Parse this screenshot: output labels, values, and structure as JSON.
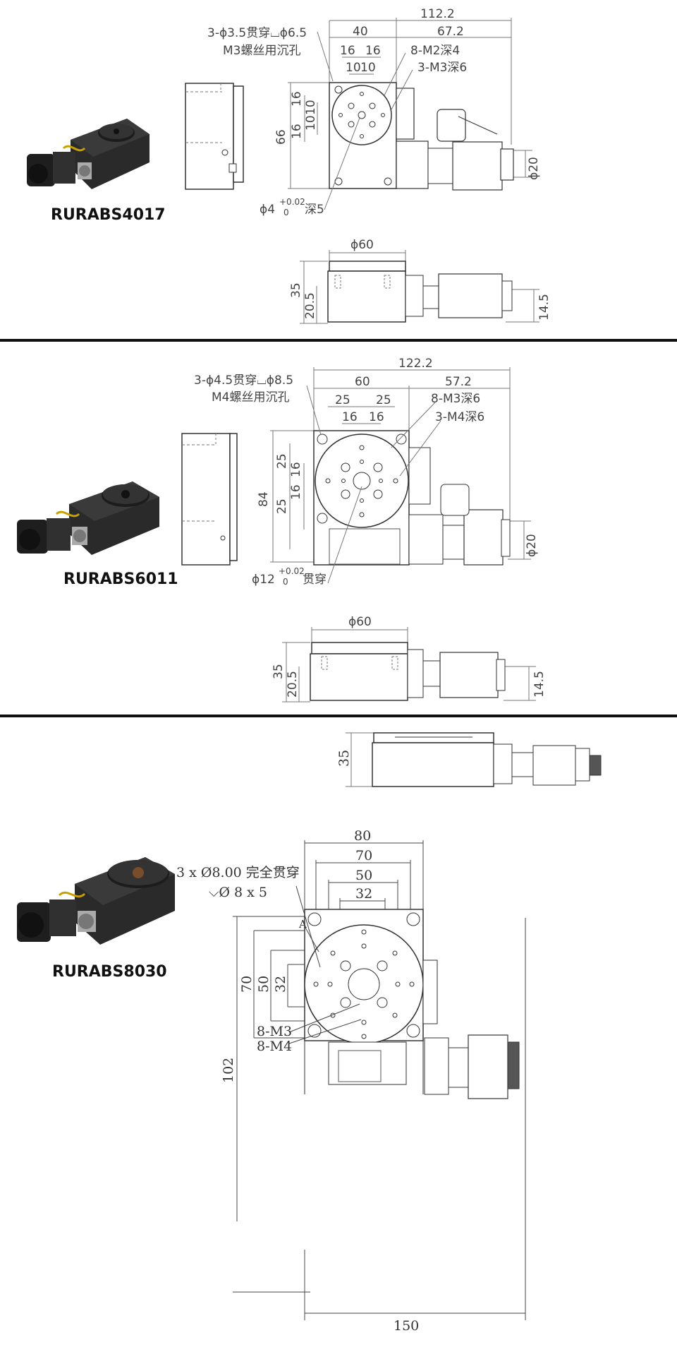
{
  "sections": [
    {
      "model": "RURABS4017",
      "top_view": {
        "overall_width": "112.2",
        "left_width": "40",
        "right_width": "67.2",
        "hole_pitch_inner": [
          "16",
          "16"
        ],
        "hole_pitch_small": [
          "10",
          "10"
        ],
        "height": "66",
        "vertical_pitch_outer": [
          "16",
          "16"
        ],
        "vertical_pitch_inner": [
          "10",
          "10"
        ],
        "motor_dia": "ϕ20",
        "callout_counterbore_1": "3-ϕ3.5贯穿⌴ϕ6.5",
        "callout_counterbore_2": "M3螺丝用沉孔",
        "callout_thread_a": "8-M2深4",
        "callout_thread_b": "3-M3深6",
        "center_hole_prefix": "ϕ4",
        "center_hole_tol_upper": "+0.02",
        "center_hole_tol_lower": "0",
        "center_hole_suffix": "深5"
      },
      "front_view": {
        "table_dia": "ϕ60",
        "height": "35",
        "base_height": "20.5",
        "motor_height": "14.5"
      }
    },
    {
      "model": "RURABS6011",
      "top_view": {
        "overall_width": "122.2",
        "left_width": "60",
        "right_width": "57.2",
        "hole_pitch_outer": [
          "25",
          "25"
        ],
        "hole_pitch_inner": [
          "16",
          "16"
        ],
        "height": "84",
        "vertical_pitch_outer": [
          "25",
          "25"
        ],
        "vertical_pitch_inner": [
          "16",
          "16"
        ],
        "motor_dia": "ϕ20",
        "callout_counterbore_1": "3-ϕ4.5贯穿⌴ϕ8.5",
        "callout_counterbore_2": "M4螺丝用沉孔",
        "callout_thread_a": "8-M3深6",
        "callout_thread_b": "3-M4深6",
        "center_hole_prefix": "ϕ12",
        "center_hole_tol_upper": "+0.02",
        "center_hole_tol_lower": "0",
        "center_hole_suffix": "贯穿"
      },
      "front_view": {
        "table_dia": "ϕ60",
        "height": "35",
        "base_height": "20.5",
        "motor_height": "14.5"
      }
    },
    {
      "model": "RURABS8030",
      "front_view": {
        "height": "35"
      },
      "top_view": {
        "overall_width_80": "80",
        "pitch_70": "70",
        "pitch_50": "50",
        "pitch_32": "32",
        "height_102": "102",
        "vpitch_70": "70",
        "vpitch_50": "50",
        "vpitch_32": "32",
        "total_length": "150",
        "callout_thru_1": "3 x Ø8.00 完全贯穿",
        "callout_thru_2": "⌵Ø 8 x 5",
        "label_a": "A",
        "callout_m3": "8-M3",
        "callout_m4": "8-M4"
      }
    }
  ],
  "colors": {
    "line": "#555555",
    "dim_line": "#777777",
    "product_body": "#222222",
    "divider": "#111111"
  }
}
